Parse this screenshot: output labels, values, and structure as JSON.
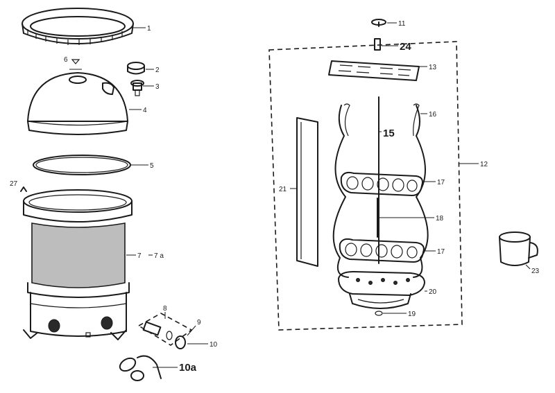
{
  "callouts": {
    "c1": "1",
    "c2": "2",
    "c3": "3",
    "c4": "4",
    "c5": "5",
    "c6": "6",
    "c7": "7",
    "c7a": "7 a",
    "c8": "8",
    "c9": "9",
    "c10": "10",
    "c10a": "10a",
    "c11": "11",
    "c12": "12",
    "c13": "13",
    "c15": "15",
    "c16": "16",
    "c17a": "17",
    "c17b": "17",
    "c18": "18",
    "c19": "19",
    "c20": "20",
    "c21": "21",
    "c23": "23",
    "c24": "24",
    "c27": "27"
  },
  "colors": {
    "line": "#1a1a1a",
    "body_shade": "#bdbdbd",
    "background": "#ffffff"
  }
}
